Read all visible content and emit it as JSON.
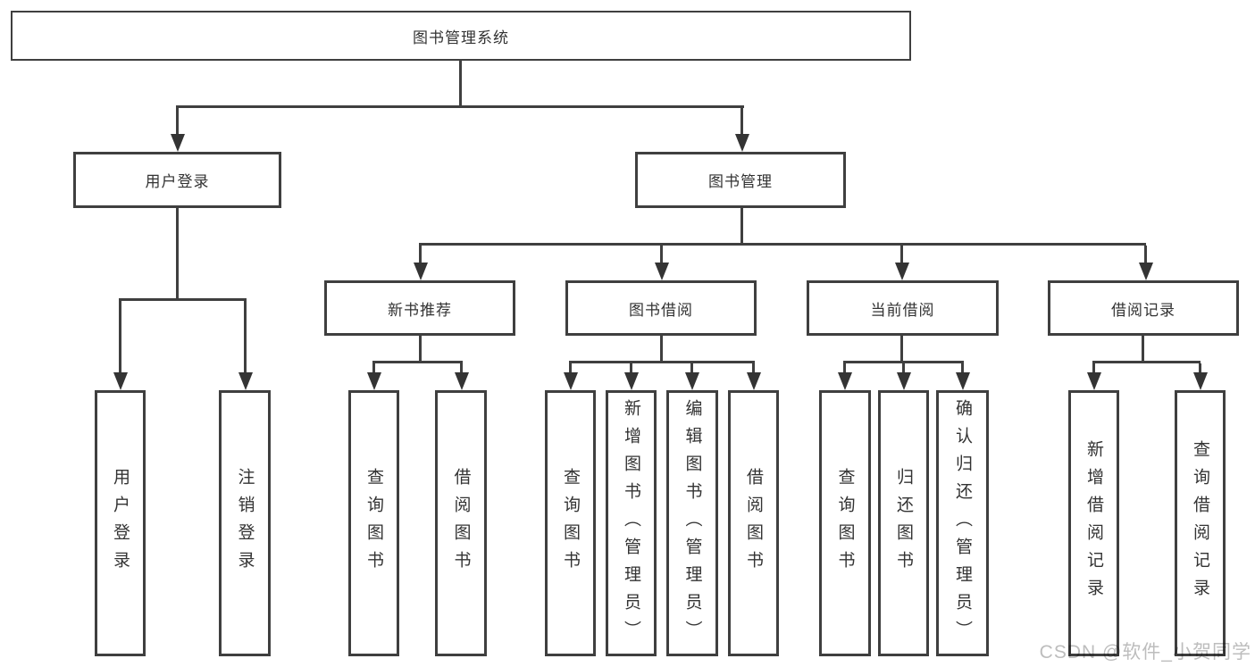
{
  "diagram": {
    "title": "图书管理系统",
    "nodes": [
      {
        "id": "root",
        "label": "图书管理系统",
        "level": 1
      },
      {
        "id": "user-login",
        "label": "用户登录",
        "level": 2
      },
      {
        "id": "book-mgmt",
        "label": "图书管理",
        "level": 2
      },
      {
        "id": "new-book-rec",
        "label": "新书推荐",
        "level": 3
      },
      {
        "id": "book-borrow",
        "label": "图书借阅",
        "level": 3
      },
      {
        "id": "current-borrow",
        "label": "当前借阅",
        "level": 3
      },
      {
        "id": "borrow-records",
        "label": "借阅记录",
        "level": 3
      },
      {
        "id": "leaf-user-login",
        "label": "用户登录",
        "level": 4
      },
      {
        "id": "leaf-logout",
        "label": "注销登录",
        "level": 4
      },
      {
        "id": "leaf-query-book-1",
        "label": "查询图书",
        "level": 4
      },
      {
        "id": "leaf-borrow-book-1",
        "label": "借阅图书",
        "level": 4
      },
      {
        "id": "leaf-query-book-2",
        "label": "查询图书",
        "level": 4
      },
      {
        "id": "leaf-add-book",
        "label": "新增图书（管理员）",
        "level": 4
      },
      {
        "id": "leaf-edit-book",
        "label": "编辑图书（管理员）",
        "level": 4
      },
      {
        "id": "leaf-borrow-book-2",
        "label": "借阅图书",
        "level": 4
      },
      {
        "id": "leaf-query-book-3",
        "label": "查询图书",
        "level": 4
      },
      {
        "id": "leaf-return-book",
        "label": "归还图书",
        "level": 4
      },
      {
        "id": "leaf-confirm-return",
        "label": "确认归还（管理员）",
        "level": 4
      },
      {
        "id": "leaf-add-record",
        "label": "新增借阅记录",
        "level": 4
      },
      {
        "id": "leaf-query-record",
        "label": "查询借阅记录",
        "level": 4
      }
    ],
    "edges": [
      {
        "from": "root",
        "to": "user-login"
      },
      {
        "from": "root",
        "to": "book-mgmt"
      },
      {
        "from": "user-login",
        "to": "leaf-user-login"
      },
      {
        "from": "user-login",
        "to": "leaf-logout"
      },
      {
        "from": "book-mgmt",
        "to": "new-book-rec"
      },
      {
        "from": "book-mgmt",
        "to": "book-borrow"
      },
      {
        "from": "book-mgmt",
        "to": "current-borrow"
      },
      {
        "from": "book-mgmt",
        "to": "borrow-records"
      },
      {
        "from": "new-book-rec",
        "to": "leaf-query-book-1"
      },
      {
        "from": "new-book-rec",
        "to": "leaf-borrow-book-1"
      },
      {
        "from": "book-borrow",
        "to": "leaf-query-book-2"
      },
      {
        "from": "book-borrow",
        "to": "leaf-add-book"
      },
      {
        "from": "book-borrow",
        "to": "leaf-edit-book"
      },
      {
        "from": "book-borrow",
        "to": "leaf-borrow-book-2"
      },
      {
        "from": "current-borrow",
        "to": "leaf-query-book-3"
      },
      {
        "from": "current-borrow",
        "to": "leaf-return-book"
      },
      {
        "from": "current-borrow",
        "to": "leaf-confirm-return"
      },
      {
        "from": "borrow-records",
        "to": "leaf-add-record"
      },
      {
        "from": "borrow-records",
        "to": "leaf-query-record"
      }
    ],
    "colors": {
      "line": "#3f3f3f",
      "text": "#333333",
      "background": "#ffffff",
      "watermark": "#bdbdbd"
    }
  },
  "watermark": {
    "text": "CSDN @软件_小贺同学"
  }
}
